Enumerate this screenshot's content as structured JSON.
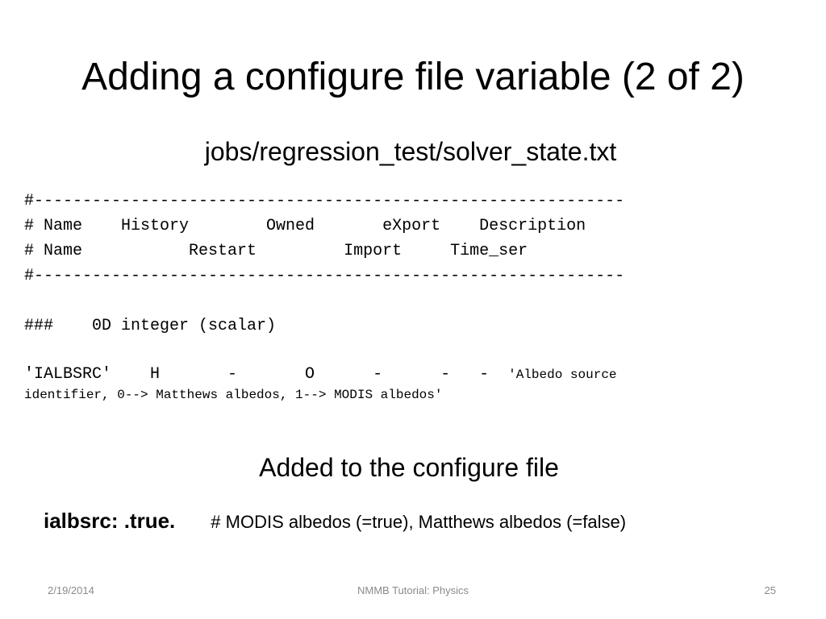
{
  "slide": {
    "title": "Adding a configure file variable (2 of 2)",
    "subtitle": "jobs/regression_test/solver_state.txt",
    "code_lines": [
      "#-------------------------------------------------------------",
      "# Name    History        Owned       eXport    Description",
      "# Name           Restart         Import     Time_ser",
      "#-------------------------------------------------------------",
      "",
      "###    0D integer (scalar)",
      ""
    ],
    "entry": {
      "fields": "'IALBSRC'    H       -       O      -      -   -  ",
      "description_start": "'Albedo source",
      "description_rest": "identifier, 0--> Matthews albedos, 1--> MODIS albedos'"
    },
    "section_heading": "Added to the configure file",
    "config": {
      "key": "ialbsrc:  .true.",
      "comment": "# MODIS albedos (=true), Matthews albedos (=false)"
    }
  },
  "footer": {
    "date": "2/19/2014",
    "center": "NMMB Tutorial: Physics",
    "page_number": "25"
  }
}
